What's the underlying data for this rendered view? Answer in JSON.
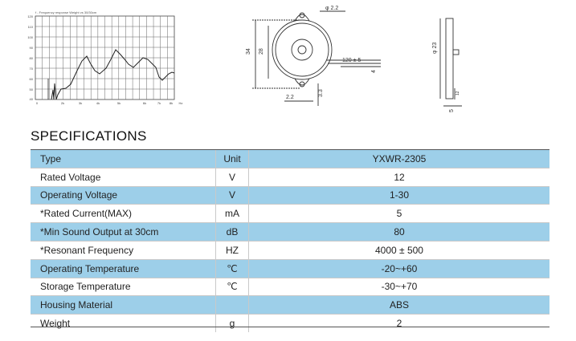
{
  "graph": {
    "caption": "f - Frequency response Weight vs 30/30cm",
    "y_ticks": [
      "120",
      "110",
      "100",
      "90",
      "80",
      "70",
      "60",
      "50",
      "40"
    ],
    "x_ticks": [
      "0",
      "2k",
      "3k",
      "4k",
      "5k",
      "6k",
      "7k",
      "8k",
      "Hz"
    ]
  },
  "drawing_front": {
    "hole_dim": "φ 2.2",
    "height_outer": "34",
    "height_inner": "28",
    "lead_length": "120 ± 5",
    "lead_small": "4",
    "tab_width": "2.2",
    "tab_height": "3.3"
  },
  "drawing_side": {
    "diameter": "φ 23",
    "lead_dim": "12",
    "thickness": "5"
  },
  "specs": {
    "title": "SPECIFICATIONS",
    "rows": [
      {
        "param": "Type",
        "unit": "Unit",
        "value": "YXWR-2305",
        "shaded": true
      },
      {
        "param": "Rated Voltage",
        "unit": "V",
        "value": "12",
        "shaded": false
      },
      {
        "param": "Operating Voltage",
        "unit": "V",
        "value": "1-30",
        "shaded": true
      },
      {
        "param": "*Rated Current(MAX)",
        "unit": "mA",
        "value": "5",
        "shaded": false
      },
      {
        "param": "*Min Sound Output at 30cm",
        "unit": "dB",
        "value": "80",
        "shaded": true
      },
      {
        "param": "*Resonant Frequency",
        "unit": "HZ",
        "value": "4000 ± 500",
        "shaded": false
      },
      {
        "param": "Operating Temperature",
        "unit": "℃",
        "value": "-20~+60",
        "shaded": true
      },
      {
        "param": "Storage Temperature",
        "unit": "℃",
        "value": "-30~+70",
        "shaded": false
      },
      {
        "param": "Housing Material",
        "unit": "",
        "value": "ABS",
        "shaded": true
      },
      {
        "param": "Weight",
        "unit": "g",
        "value": "2",
        "shaded": false
      }
    ]
  },
  "colors": {
    "shaded_row": "#9dcfe9",
    "line": "#444444"
  }
}
